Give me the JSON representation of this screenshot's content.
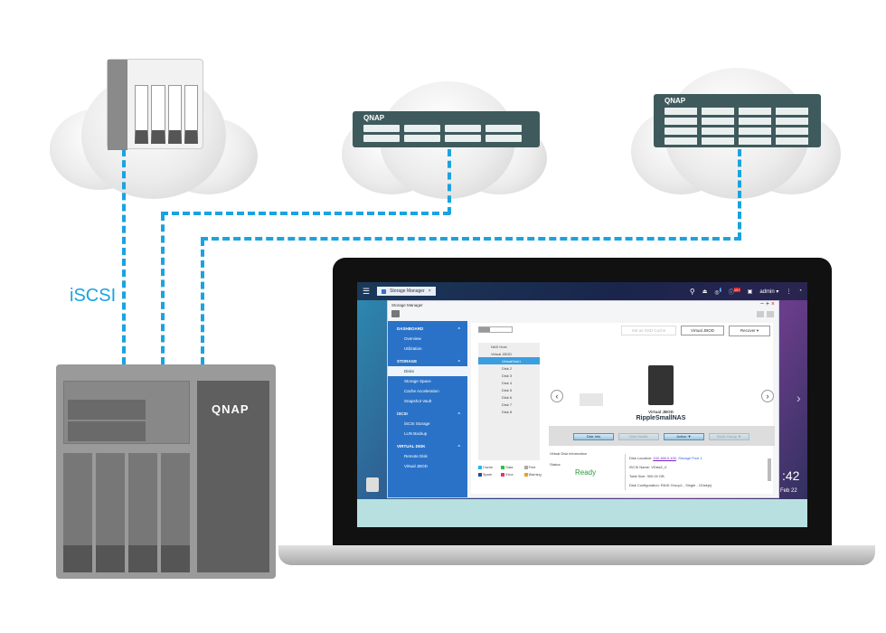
{
  "diagram": {
    "link_label": "iSCSI",
    "brand": "QNAP",
    "line_color": "#1aa3e0"
  },
  "taskbar": {
    "tab_label": "Storage Manager",
    "user": "admin ▾",
    "notif_count": "1",
    "alert_count": "10+"
  },
  "window": {
    "title": "Storage Manager",
    "sidebar": [
      {
        "section": "DASHBOARD",
        "items": [
          "Overview",
          "Utilization"
        ]
      },
      {
        "section": "STORAGE",
        "items": [
          "Disks",
          "Storage Space",
          "Cache Acceleration",
          "Snapshot Vault"
        ]
      },
      {
        "section": "iSCSI",
        "items": [
          "iSCSI Storage",
          "LUN Backup"
        ]
      },
      {
        "section": "VIRTUAL DISK",
        "items": [
          "Remote Disk",
          "Virtual JBOD"
        ]
      }
    ],
    "selected_item": "Disks",
    "toolbar": {
      "ssd_cache": "Set as SSD Cache",
      "virtual_jbod": "Virtual JBOD",
      "recover": "Recover ▾"
    },
    "tree": [
      "NAS Host",
      "Virtual JBOD",
      "VirtualDisk1",
      "Disk 2",
      "Disk 3",
      "Disk 4",
      "Disk 5",
      "Disk 6",
      "Disk 7",
      "Disk 8"
    ],
    "legend": [
      "Cache",
      "Data",
      "Free",
      "Spare",
      "Error",
      "Warning"
    ],
    "device": {
      "type": "Virtual JBOD",
      "name": "RippleSmallNAS"
    },
    "actions": [
      "Disk Info",
      "Disk Health",
      "Action ▼",
      "RAID Group ▼"
    ],
    "info": {
      "heading": "Virtual Disk information",
      "status_label": "Status:",
      "status": "Ready",
      "location_label": "Disk Location:",
      "location_ip": "192.168.0.100",
      "location_pool": ", Storage Pool 1",
      "iscsi": "iSCSI Name: VDisk2_0",
      "size": "Total Size: 300.00 GB",
      "config": "Disk Configuration: RAID Group1 , Single , 1Disk(s)"
    }
  },
  "desktop": {
    "clock": ":42",
    "date": "Feb 22"
  }
}
